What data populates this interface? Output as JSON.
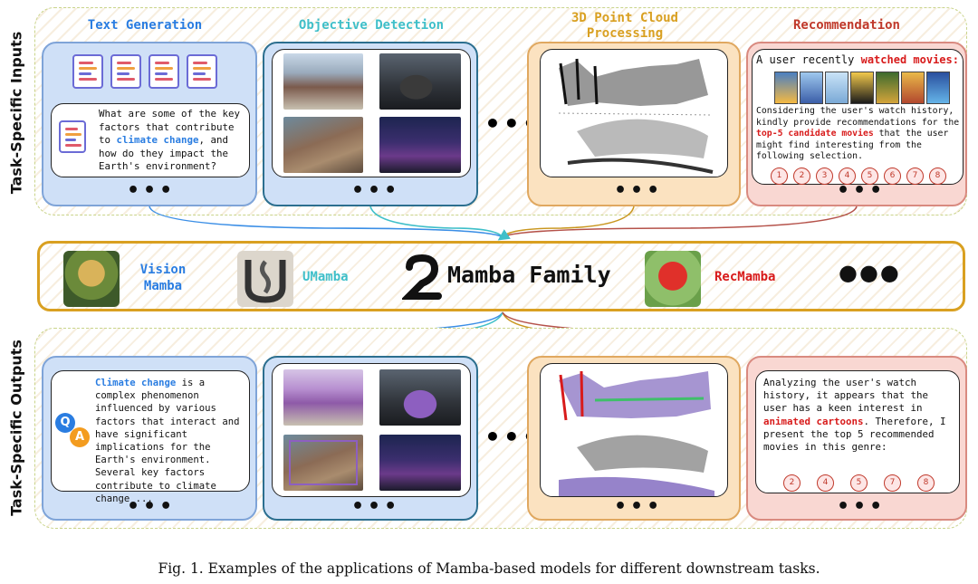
{
  "labels": {
    "inputs": "Task-Specific Inputs",
    "outputs": "Task-Specific Outputs"
  },
  "columns": {
    "text_generation": "Text Generation",
    "objective_detection": "Objective Detection",
    "point_cloud_line1": "3D Point Cloud",
    "point_cloud_line2": "Processing",
    "recommendation": "Recommendation"
  },
  "inputs": {
    "text_question_parts": [
      "What are some of the key factors that contribute to ",
      "climate change",
      ", and how do they impact the Earth's environment?"
    ],
    "rec_line1_a": "A user recently ",
    "rec_line1_b": "watched movies:",
    "rec_body_a": "Considering the user's watch history, kindly provide recommendations for the ",
    "rec_body_b": "top-5 candidate movies",
    "rec_body_c": " that the user might find interesting from the following selection.",
    "rec_options": [
      "1",
      "2",
      "3",
      "4",
      "5",
      "6",
      "7",
      "8"
    ]
  },
  "mamba": {
    "vision_line1": "Vision",
    "vision_line2": "Mamba",
    "umamba": "UMamba",
    "family": "Mamba Family",
    "recmamba": "RecMamba",
    "more": "●●●"
  },
  "outputs": {
    "text_answer_a": "Climate change",
    "text_answer_b": " is a complex phenomenon influenced by various factors that interact and have significant implications for the Earth's environment. Several key factors contribute to climate change ...",
    "qa_q": "Q",
    "qa_a": "A",
    "rec_answer_a": "Analyzing the user's watch history, it appears that the user has a keen interest in ",
    "rec_answer_b": "animated cartoons",
    "rec_answer_c": ". Therefore, I present the top 5 recommended movies in this genre:",
    "rec_selected": [
      "2",
      "4",
      "5",
      "7",
      "8"
    ]
  },
  "ellipsis": "•••",
  "caption": "Fig. 1.  Examples of the applications of Mamba-based models for different downstream tasks.",
  "colors": {
    "text_gen": "#2a7de1",
    "detection": "#3fbfc9",
    "point_cloud": "#d9a021",
    "recommendation": "#d81b1b",
    "arrow_blue": "#3a8ee6",
    "arrow_cyan": "#3fbfc9",
    "arrow_gold": "#c9961e",
    "arrow_red": "#b5524a"
  }
}
